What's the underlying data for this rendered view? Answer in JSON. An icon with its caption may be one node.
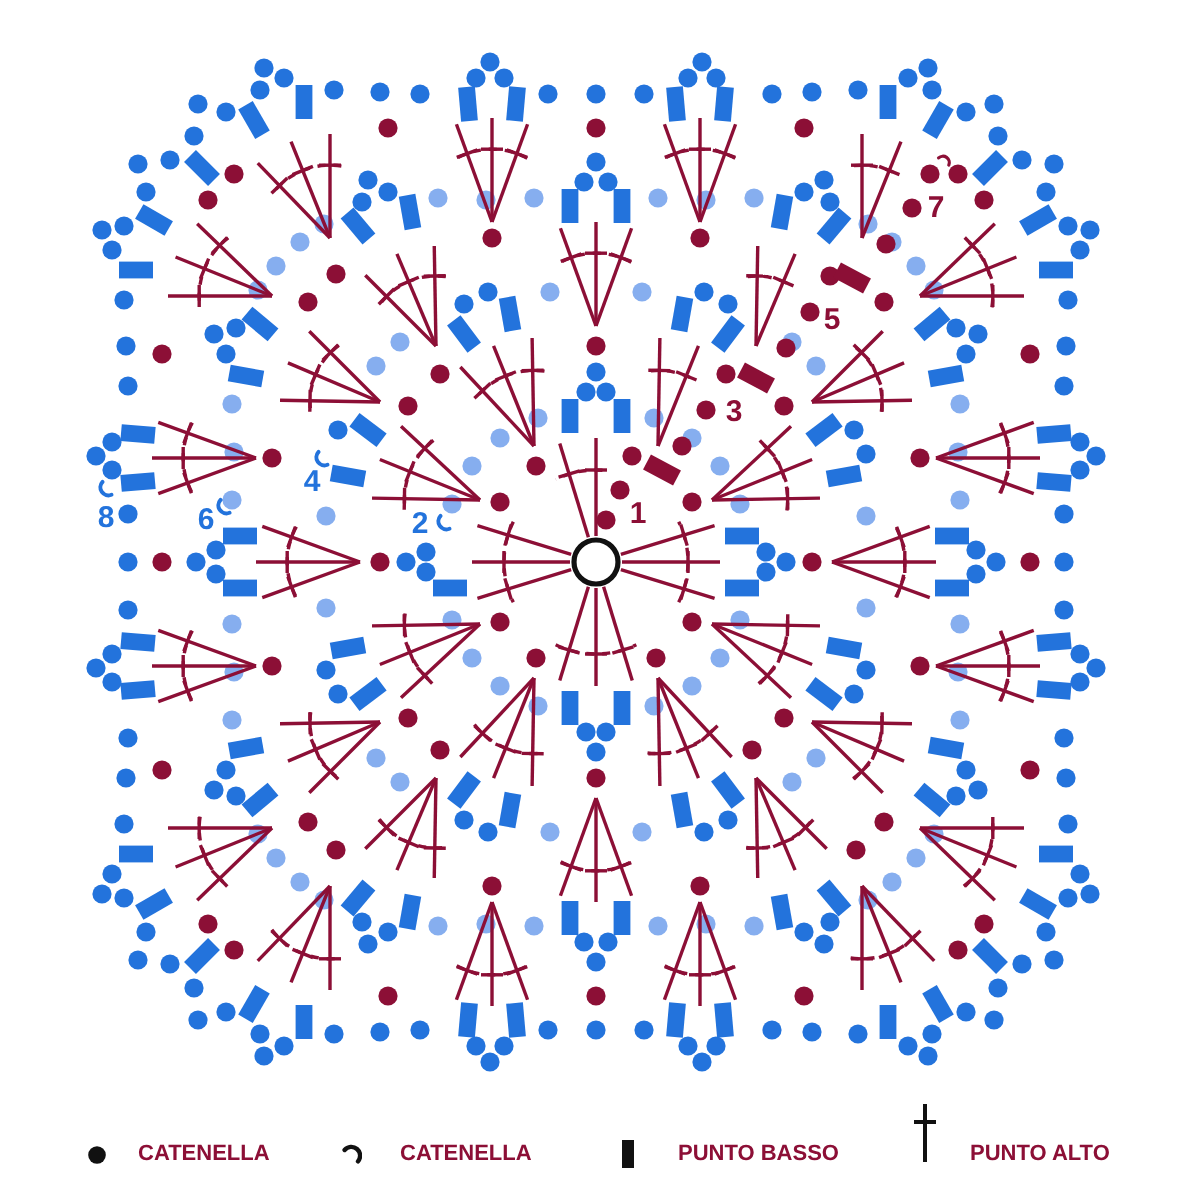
{
  "diagram": {
    "labels": [
      "7",
      "5",
      "3",
      "4",
      "8",
      "6",
      "2",
      "1"
    ],
    "legend": [
      {
        "text": "CATENELLA"
      },
      {
        "text": "CATENELLA"
      },
      {
        "text": "PUNTO BASSO"
      },
      {
        "text": "PUNTO ALTO"
      }
    ]
  }
}
